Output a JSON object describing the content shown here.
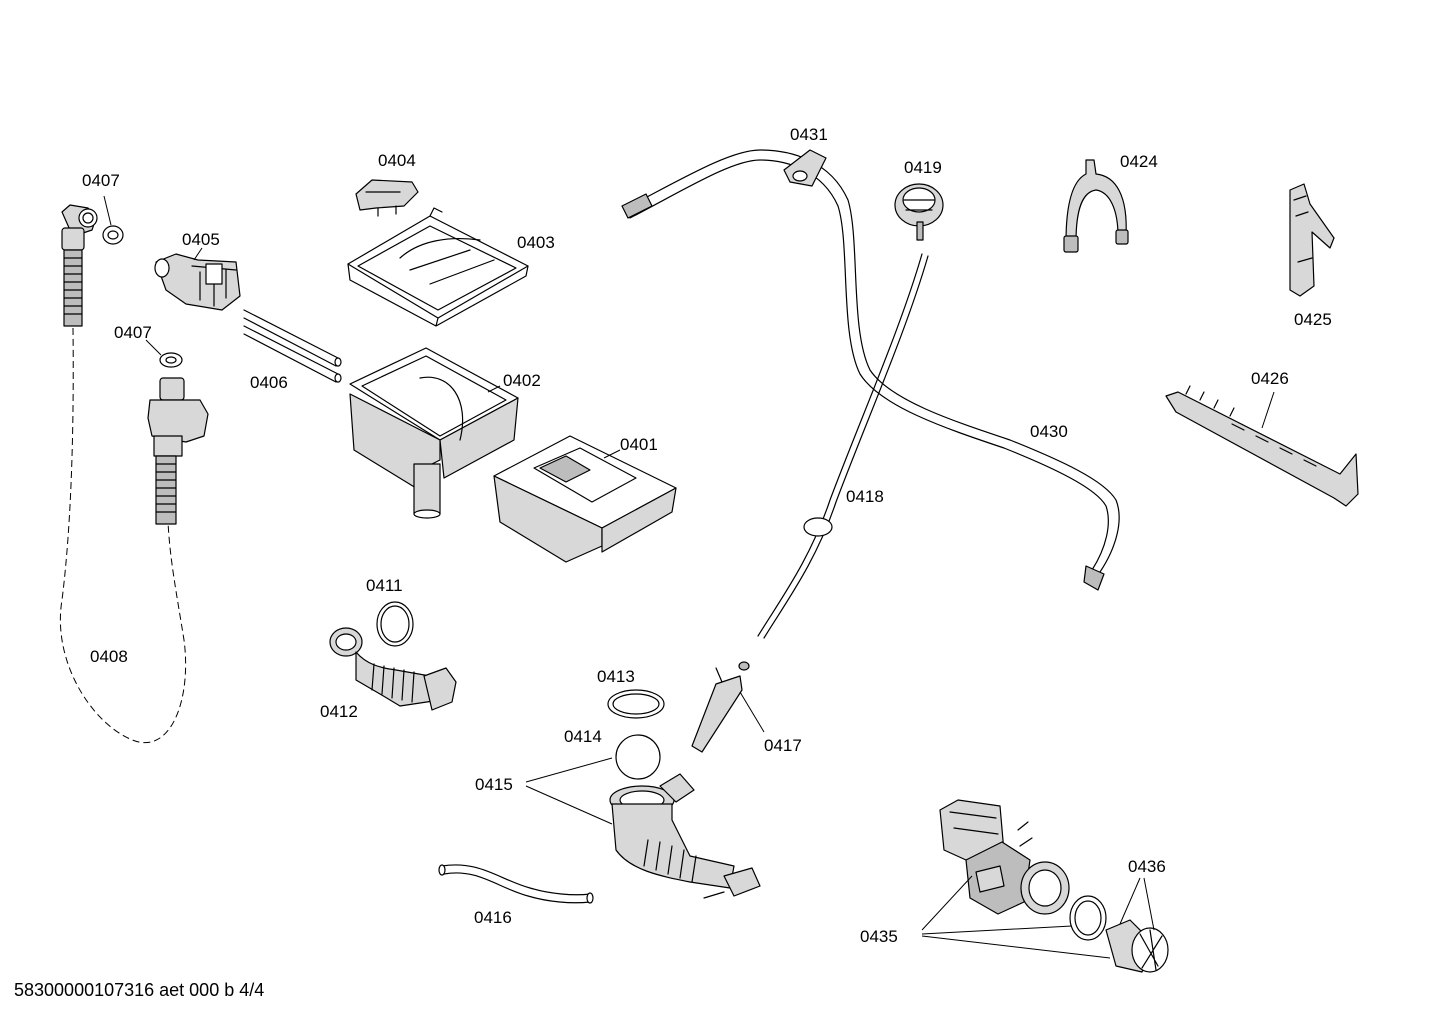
{
  "labels": {
    "p0401": "0401",
    "p0402": "0402",
    "p0403": "0403",
    "p0404": "0404",
    "p0405": "0405",
    "p0406": "0406",
    "p0407a": "0407",
    "p0407b": "0407",
    "p0408": "0408",
    "p0411": "0411",
    "p0412": "0412",
    "p0413": "0413",
    "p0414": "0414",
    "p0415": "0415",
    "p0416": "0416",
    "p0417": "0417",
    "p0418": "0418",
    "p0419": "0419",
    "p0424": "0424",
    "p0425": "0425",
    "p0426": "0426",
    "p0430": "0430",
    "p0431": "0431",
    "p0435": "0435",
    "p0436": "0436"
  },
  "footer": "58300000107316 aet 000 b 4/4"
}
